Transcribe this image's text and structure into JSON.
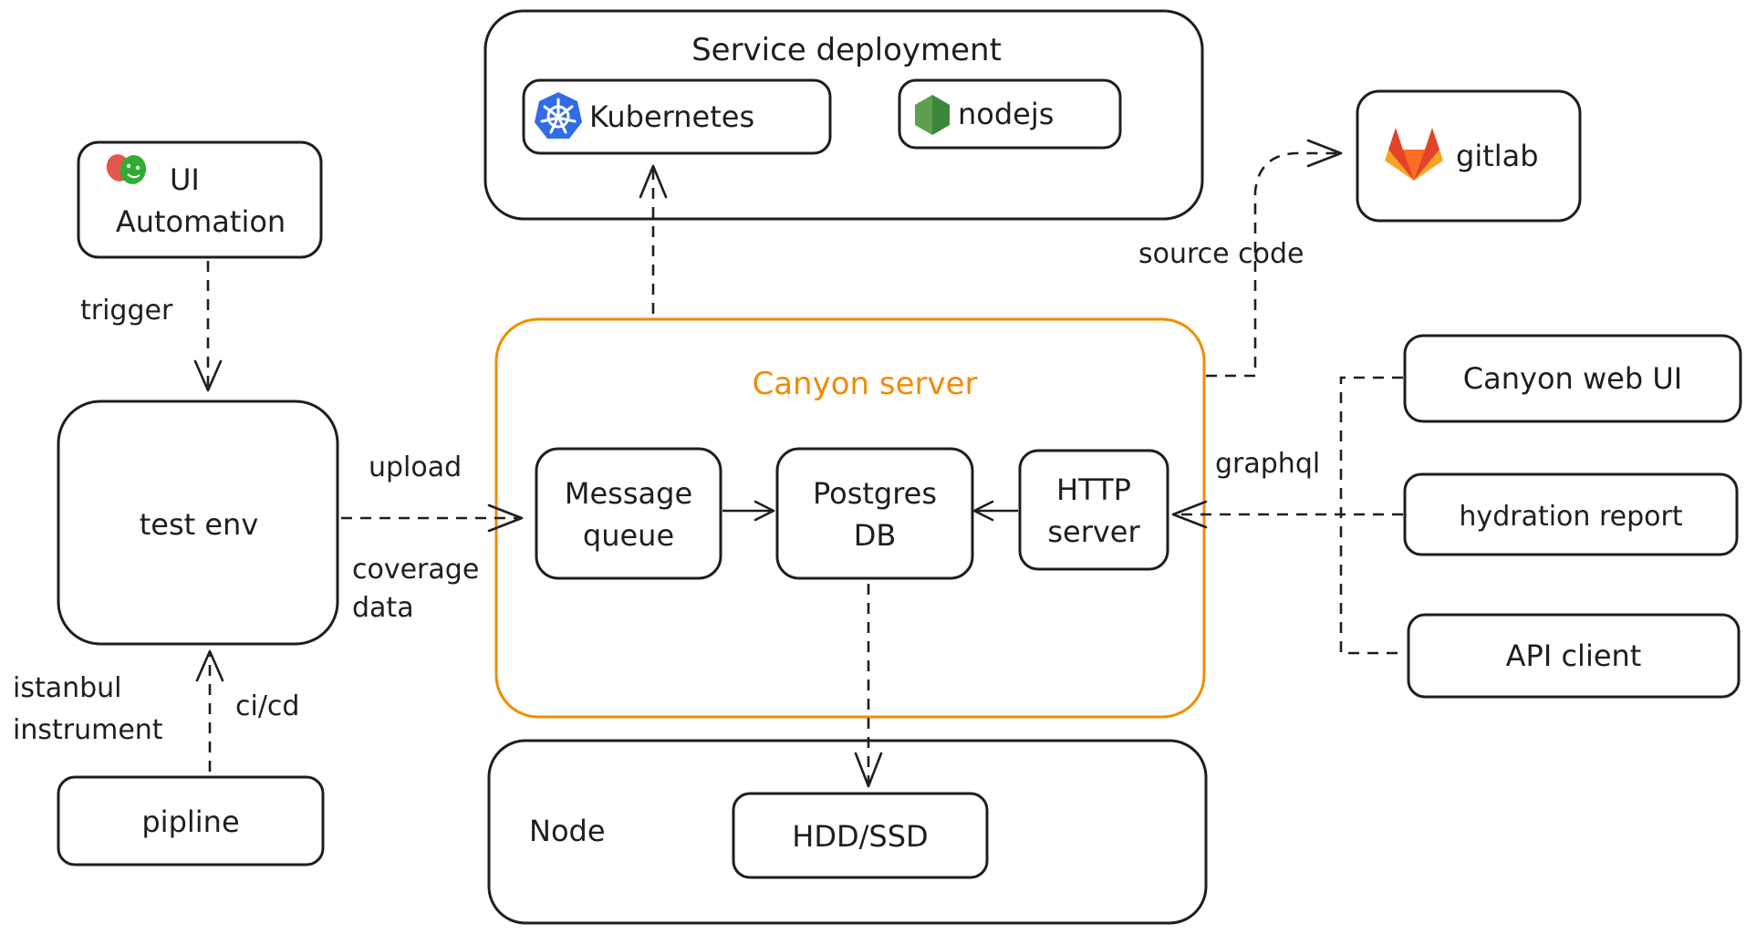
{
  "colors": {
    "stroke": "#1e1e1e",
    "accent": "#f08c00",
    "kubernetes": "#326ce5",
    "nodejs": "#5fa04e",
    "gitlab": "#e24329"
  },
  "icons": {
    "playwright": "theater-masks-icon",
    "kubernetes": "kubernetes-wheel-icon",
    "nodejs": "nodejs-hexagon-icon",
    "gitlab": "gitlab-fox-icon"
  },
  "nodes": {
    "service_deployment": "Service deployment",
    "kubernetes": "Kubernetes",
    "nodejs": "nodejs",
    "gitlab": "gitlab",
    "ui_automation_line1": "UI",
    "ui_automation_line2": "Automation",
    "test_env": "test env",
    "pipline": "pipline",
    "canyon_server": "Canyon server",
    "message_queue_line1": "Message",
    "message_queue_line2": "queue",
    "postgres_line1": "Postgres",
    "postgres_line2": "DB",
    "http_server_line1": "HTTP",
    "http_server_line2": "server",
    "canyon_web_ui": "Canyon web UI",
    "hydration_report": "hydration report",
    "api_client": "API client",
    "node": "Node",
    "hdd_ssd": "HDD/SSD"
  },
  "edge_labels": {
    "trigger": "trigger",
    "upload": "upload",
    "coverage_line1": "coverage",
    "coverage_line2": "data",
    "istanbul_line1": "istanbul",
    "istanbul_line2": "instrument",
    "cicd": "ci/cd",
    "source_code": "source code",
    "graphql": "graphql"
  }
}
